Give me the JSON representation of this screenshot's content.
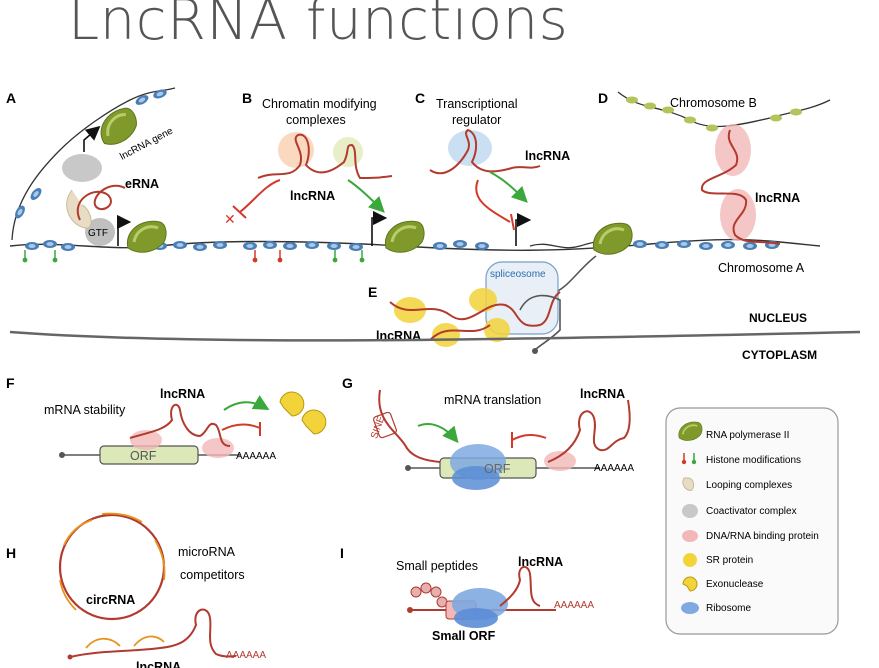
{
  "title": "LncRNA functions",
  "panels": {
    "A": {
      "letter": "A",
      "lncrna_gene": "lncRNA gene",
      "erna": "eRNA",
      "gtf": "GTF"
    },
    "B": {
      "letter": "B",
      "heading_line1": "Chromatin modifying",
      "heading_line2": "complexes",
      "lncrna": "lncRNA"
    },
    "C": {
      "letter": "C",
      "heading_line1": "Transcriptional",
      "heading_line2": "regulator",
      "lncrna": "lncRNA"
    },
    "D": {
      "letter": "D",
      "chromosome_b": "Chromosome B",
      "lncrna": "lncRNA",
      "chromosome_a": "Chromosome A"
    },
    "E": {
      "letter": "E",
      "spliceosome": "spliceosome",
      "lncrna": "lncRNA"
    },
    "F": {
      "letter": "F",
      "mrna_stability": "mRNA stability",
      "lncrna": "lncRNA",
      "orf": "ORF",
      "polya": "AAAAAA"
    },
    "G": {
      "letter": "G",
      "mrna_translation": "mRNA translation",
      "lncrna": "lncRNA",
      "sine": "SINE",
      "orf": "ORF",
      "polya": "AAAAAA"
    },
    "H": {
      "letter": "H",
      "microrna_line1": "microRNA",
      "microrna_line2": "competitors",
      "circrna": "circRNA",
      "lncrna": "lncRNA",
      "polya": "AAAAAA"
    },
    "I": {
      "letter": "I",
      "small_peptides": "Small peptides",
      "lncrna": "lncRNA",
      "small_orf": "Small ORF",
      "polya": "AAAAAA"
    }
  },
  "regions": {
    "nucleus": "NUCLEUS",
    "cytoplasm": "CYTOPLASM"
  },
  "legend": {
    "items": [
      {
        "label": "RNA polymerase II",
        "icon": "polymerase-icon"
      },
      {
        "label": "Histone modifications",
        "icon": "histone-mark-icon"
      },
      {
        "label": "Looping complexes",
        "icon": "looping-complex-icon"
      },
      {
        "label": "Coactivator complex",
        "icon": "coactivator-icon"
      },
      {
        "label": "DNA/RNA binding protein",
        "icon": "binding-protein-icon"
      },
      {
        "label": "SR protein",
        "icon": "sr-protein-icon"
      },
      {
        "label": "Exonuclease",
        "icon": "exonuclease-icon"
      },
      {
        "label": "Ribosome",
        "icon": "ribosome-icon"
      }
    ]
  },
  "colors": {
    "rna": "#b23a2e",
    "polymerase": "#7f9a2a",
    "dna_blue": "#4a7fb5",
    "arrow_green": "#3aa83a",
    "arrow_red": "#d23a2a",
    "sr_yellow": "#f3d33a",
    "pink": "#f2b8b8",
    "grey": "#c8c8c8",
    "legend_border": "#999999"
  }
}
